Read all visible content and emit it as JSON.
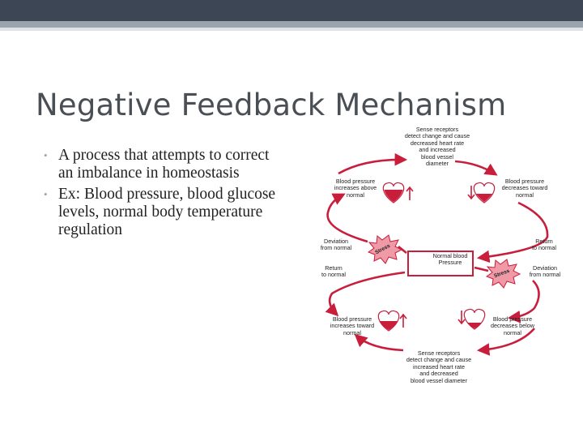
{
  "slide": {
    "title": "Negative Feedback Mechanism",
    "bullets": [
      "A process that attempts to correct an imbalance in homeostasis",
      "Ex: Blood pressure, blood glucose levels, normal body temperature regulation"
    ]
  },
  "diagram": {
    "top_center": "Sense receptors\ndetect change and cause\ndecreased heart rate\nand increased\nblood vessel\ndiameter",
    "top_left": "Blood pressure\nincreases above\nnormal",
    "top_right": "Blood pressure\ndecreases toward\nnormal",
    "deviation_left": "Deviation\nfrom normal",
    "stress_left": "Stress",
    "return_right": "Return\nto normal",
    "center": "Normal blood\nPressure",
    "return_left": "Return\nto normal",
    "stress_right": "Stress",
    "deviation_right": "Deviation\nfrom normal",
    "bottom_left": "Blood pressure\nincreases toward\nnormal",
    "bottom_right": "Blood pressure\ndecreases below\nnormal",
    "bottom_center": "Sense receptors\ndetect change and cause\nincreased heart rate\nand decreased\nblood vessel diameter"
  },
  "colors": {
    "arrow": "#c81e3c",
    "topbar": "#3d4654",
    "accent": "#9aa4ae",
    "burst": "#ef9aa6"
  }
}
